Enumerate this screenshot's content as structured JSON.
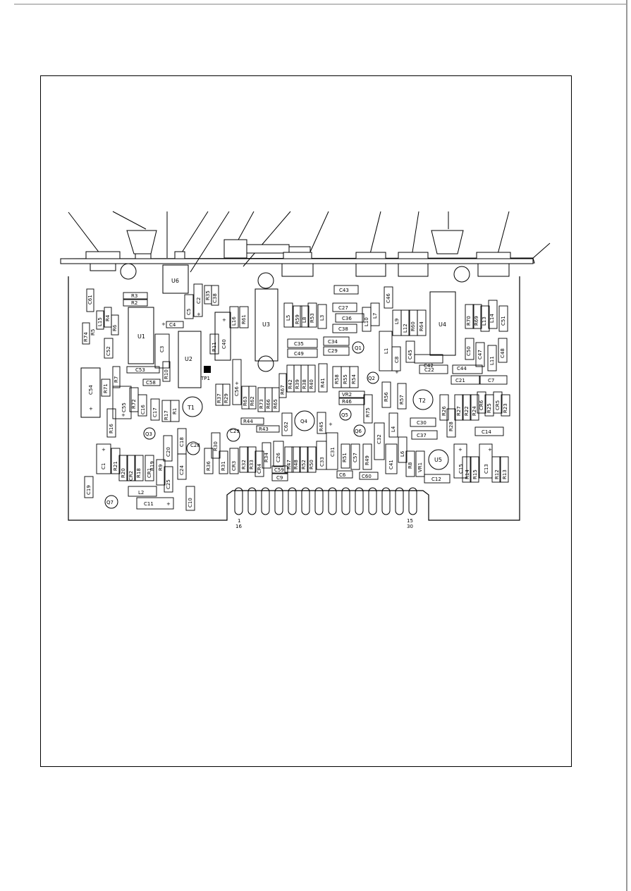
{
  "labels": {
    "U1": "U1",
    "U2": "U2",
    "U3": "U3",
    "U4": "U4",
    "U5": "U5",
    "U6": "U6",
    "T1": "T1",
    "T2": "T2",
    "TP1": "TP1",
    "Q1": "Q1",
    "Q2": "Q2",
    "Q3": "Q3",
    "Q4": "Q4",
    "Q5": "Q5",
    "Q6": "Q6",
    "Q7": "Q7",
    "C1": "C1",
    "C2": "C2",
    "C3": "C3",
    "C4": "C4",
    "C5": "C5",
    "C6": "C6",
    "C7": "C7",
    "C8": "C8",
    "C9": "C9",
    "C10": "C10",
    "C11": "C11",
    "C12": "C12",
    "C13": "C13",
    "C14": "C14",
    "C15": "C15",
    "C16": "C16",
    "C17": "C17",
    "C18": "C18",
    "C19": "C19",
    "C20": "C20",
    "C21": "C21",
    "C22": "C22",
    "C24": "C24",
    "C25": "C25",
    "C26": "C26",
    "C27": "C27",
    "C28": "C28",
    "C29": "C29",
    "C30": "C30",
    "C31": "C31",
    "C32": "C32",
    "C33": "C33",
    "C34": "C34",
    "C35": "C35",
    "C36": "C36",
    "C37": "C37",
    "C38": "C38",
    "C39": "C39",
    "C40": "C40",
    "C41": "C41",
    "C42": "C42",
    "C43": "C43",
    "C44": "C44",
    "C45": "C45",
    "C46": "C46",
    "C47": "C47",
    "C48": "C48",
    "C49": "C49",
    "C50": "C50",
    "C51": "C51",
    "C52": "C52",
    "C53": "C53",
    "C54": "C54",
    "C55": "C55",
    "C56": "C56",
    "C57": "C57",
    "C58": "C58",
    "C59": "C59",
    "C60": "C60",
    "C61": "C61",
    "C62": "C62",
    "CR1": "CR1",
    "CR2": "CR2",
    "CR3": "CR3",
    "CR4": "CR4",
    "CR5": "CR5",
    "CR6": "CR6",
    "L1": "L1",
    "L2": "L2",
    "L3": "L3",
    "L4": "L4",
    "L5": "L5",
    "L6": "L6",
    "L7": "L7",
    "L8": "L8",
    "L9": "L9",
    "L10": "L10",
    "L11": "L11",
    "L12": "L12",
    "L13": "L13",
    "L14": "L14",
    "L15": "L15",
    "L16": "L16",
    "R1": "R1",
    "R2": "R2",
    "R3": "R3",
    "R4": "R4",
    "R5": "R5",
    "R6": "R6",
    "R7": "R7",
    "R8": "R8",
    "R9": "R9",
    "R10": "R10",
    "R11": "R11",
    "R12": "R12",
    "R13": "R13",
    "R14": "R14",
    "R15": "R15",
    "R16": "R16",
    "R17": "R17",
    "R18": "R18",
    "R19": "R19",
    "R20": "R20",
    "R21": "R21",
    "R22": "R22",
    "R23": "R23",
    "R24": "R24",
    "R25": "R25",
    "R26": "R26",
    "R27": "R27",
    "R28": "R28",
    "R29": "R29",
    "R30": "R30",
    "R31": "R31",
    "R32": "R32",
    "R33": "R33",
    "R34": "R34",
    "R35": "R35",
    "R36": "R36",
    "R37": "R37",
    "R38": "R38",
    "R39": "R39",
    "R40": "R40",
    "R41": "R41",
    "R42": "R42",
    "R43": "R43",
    "R44": "R44",
    "R45": "R45",
    "R46": "R46",
    "R47": "R47",
    "R48": "R48",
    "R49": "R49",
    "R50": "R50",
    "R51": "R51",
    "R52": "R52",
    "R53": "R53",
    "R54": "R54",
    "R55": "R55",
    "R56": "R56",
    "R57": "R57",
    "R58": "R58",
    "R59": "R59",
    "R60": "R60",
    "R61": "R61",
    "R62": "R62",
    "R63": "R63",
    "R64": "R64",
    "R65": "R65",
    "R66": "R66",
    "R67": "R67",
    "R68": "R68",
    "R69": "R69",
    "R70": "R70",
    "R71": "R71",
    "R72": "R72",
    "R73": "R73",
    "R74": "R74",
    "R75": "R75",
    "VR1": "VR1",
    "VR2": "VR2",
    "pin1": "1",
    "pin16": "16",
    "pin15": "15",
    "pin30": "30",
    "plus": "+"
  }
}
